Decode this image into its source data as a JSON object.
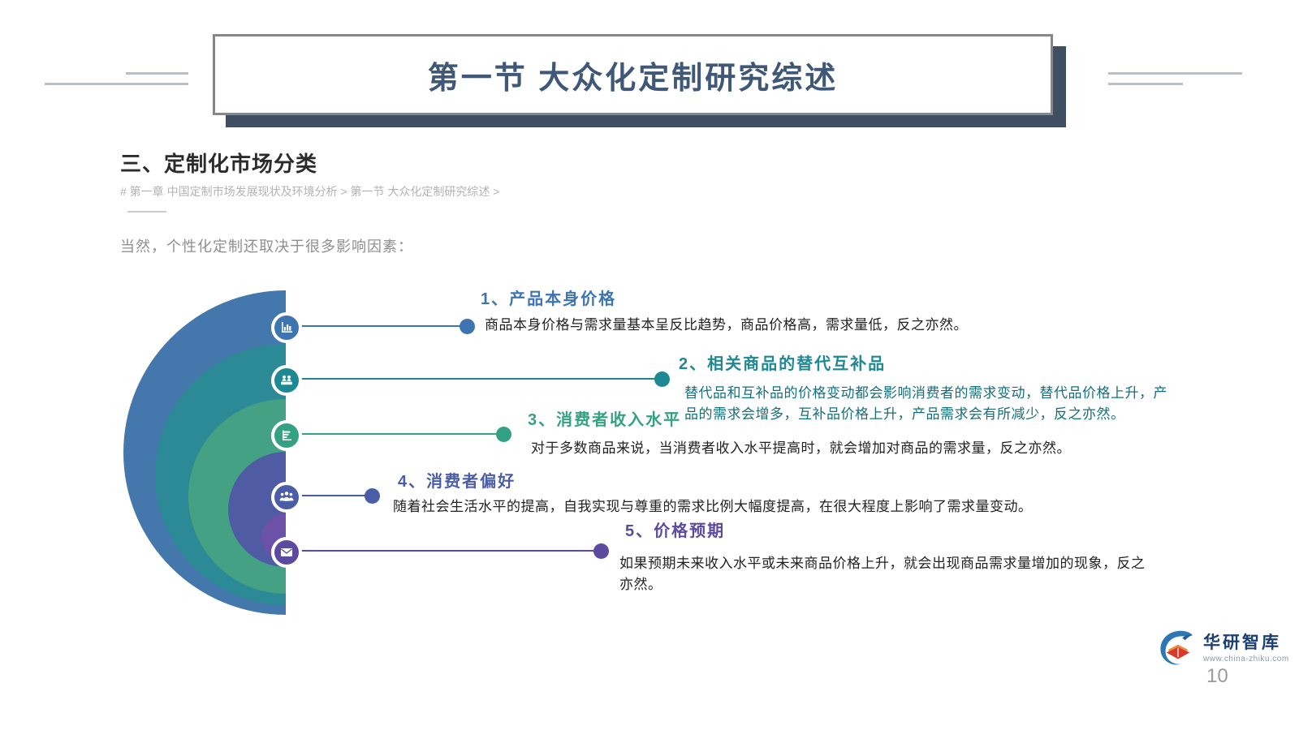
{
  "header": {
    "title": "第一节 大众化定制研究综述"
  },
  "section": {
    "heading": "三、定制化市场分类",
    "breadcrumb": "# 第一章 中国定制市场发展现状及环境分析 > 第一节 大众化定制研究综述 >",
    "intro": "当然，个性化定制还取决于很多影响因素："
  },
  "factors": [
    {
      "title": "1、产品本身价格",
      "desc": "商品本身价格与需求量基本呈反比趋势，商品价格高，需求量低，反之亦然。",
      "color": "#3e74b0",
      "desc_color": "#222222",
      "icon": "bar-chart-icon"
    },
    {
      "title": "2、相关商品的替代互补品",
      "desc": "替代品和互补品的价格变动都会影响消费者的需求变动，替代品价格上升，产品的需求会增多，互补品价格上升，产品需求会有所减少，反之亦然。",
      "color": "#1e8893",
      "desc_color": "#156e7c",
      "icon": "presenter-users-icon"
    },
    {
      "title": "3、消费者收入水平",
      "desc": "对于多数商品来说，当消费者收入水平提高时，就会增加对商品的需求量，反之亦然。",
      "color": "#35a184",
      "desc_color": "#222222",
      "icon": "horizontal-bar-chart-icon"
    },
    {
      "title": "4、消费者偏好",
      "desc": "随着社会生活水平的提高，自我实现与尊重的需求比例大幅度提高，在很大程度上影响了需求量变动。",
      "color": "#4a5da6",
      "desc_color": "#222222",
      "icon": "team-icon"
    },
    {
      "title": "5、价格预期",
      "desc": "如果预期未来收入水平或未来商品价格上升，就会出现商品需求量增加的现象，反之亦然。",
      "color": "#5c4a9e",
      "desc_color": "#222222",
      "icon": "envelope-icon"
    }
  ],
  "diagram": {
    "rings": [
      {
        "color": "#4478ad"
      },
      {
        "color": "#2b8a96"
      },
      {
        "color": "#45a184"
      },
      {
        "color": "#4f5ba3"
      },
      {
        "color": "#6b52a8"
      }
    ]
  },
  "footer": {
    "logo_text": "华研智库",
    "logo_url": "www.china-zhiku.com",
    "page_number": "10"
  }
}
